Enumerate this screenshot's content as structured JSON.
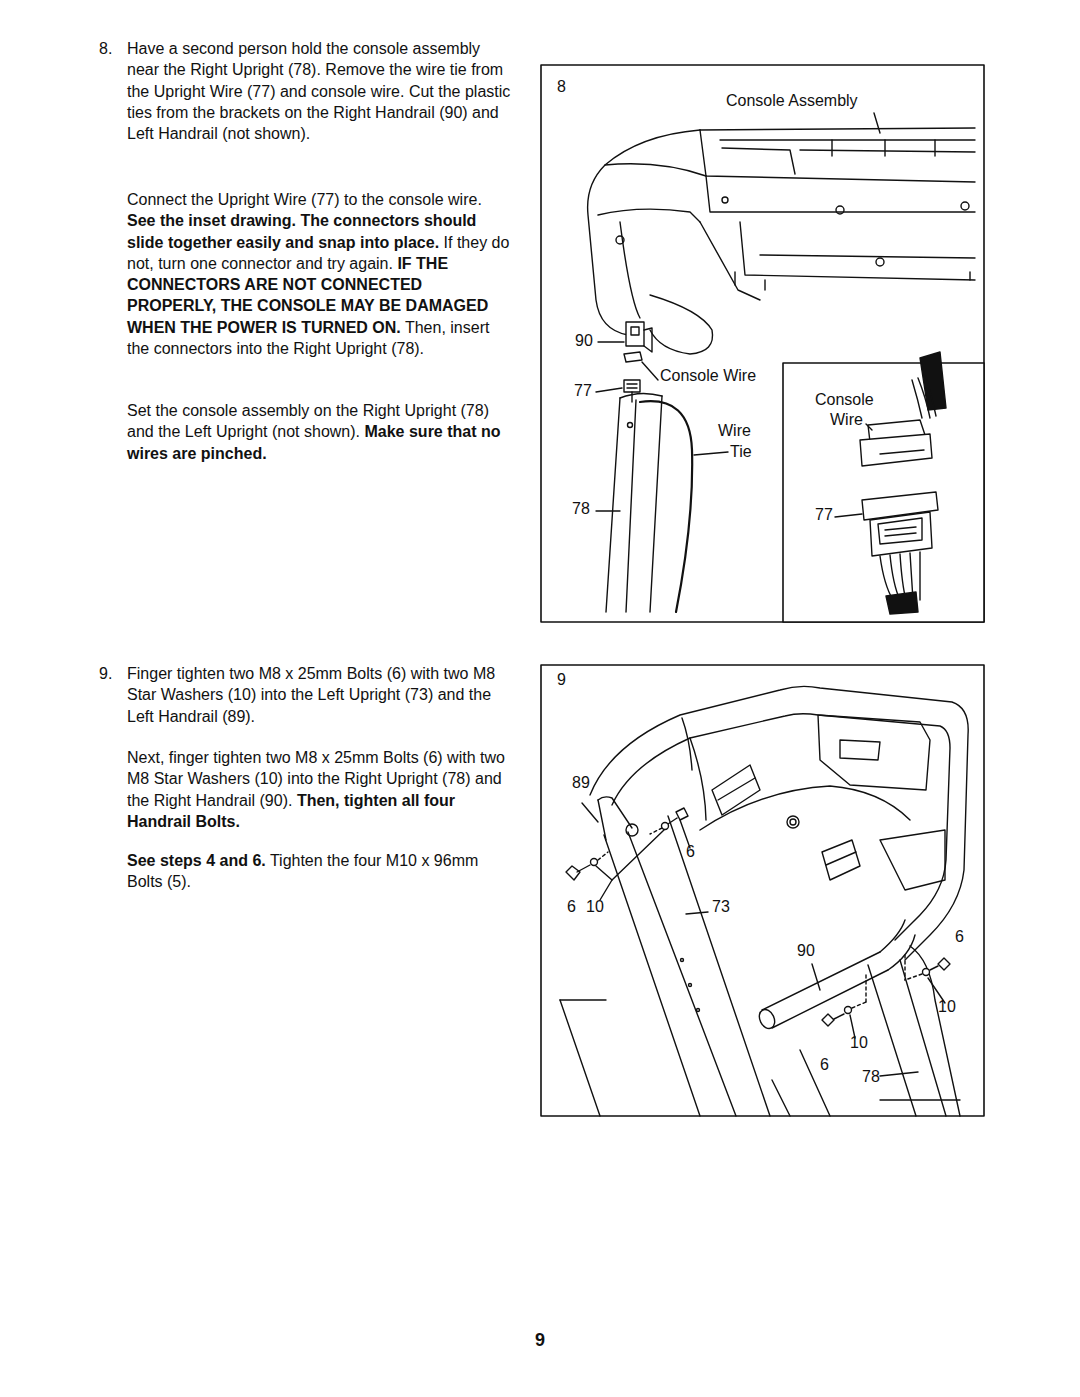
{
  "diagram": {
    "labels": [
      "8.",
      "Have a second person hold the console assembly near the Right Upright (78). Remove the wire tie from the Upright Wire (77) and console wire. Cut the plastic ties from the brackets on the Right Handrail (90) and Left Handrail (not shown).",
      "Connect the Upright Wire (77) to the console wire.",
      "See the inset drawing. The connectors should slide together easily and snap into place.",
      "If they do not, turn one connector and try again.",
      "IF THE CONNECTORS ARE NOT CONNECTED PROPERLY, THE CONSOLE MAY BE DAMAGED WHEN THE POWER IS TURNED ON.",
      "Then, insert the connectors into the Right Upright (78).",
      "Set the console assembly on the Right Upright (78) and the Left Upright (not shown).",
      "Make sure that no wires are pinched.",
      "9.",
      "Finger tighten two M8 x 25mm Bolts (6) with two M8 Star Washers (10) into the Left Upright (73) and the Left Handrail (89).",
      "Next, finger tighten two M8 x 25mm Bolts (6) with two M8 Star Washers (10) into the Right Upright (78) and the Right Handrail (90).",
      "Then, tighten all four Handrail Bolts.",
      "See steps 4 and 6.",
      "Tighten the four M10 x 96mm Bolts (5).",
      "8",
      "Console Assembly",
      "90",
      "Console Wire",
      "77",
      "Wire",
      "Tie",
      "78",
      "Console",
      "Wire",
      "77",
      "9",
      "89",
      "6",
      "6",
      "10",
      "73",
      "90",
      "6",
      "10",
      "10",
      "6",
      "78",
      "9"
    ]
  }
}
